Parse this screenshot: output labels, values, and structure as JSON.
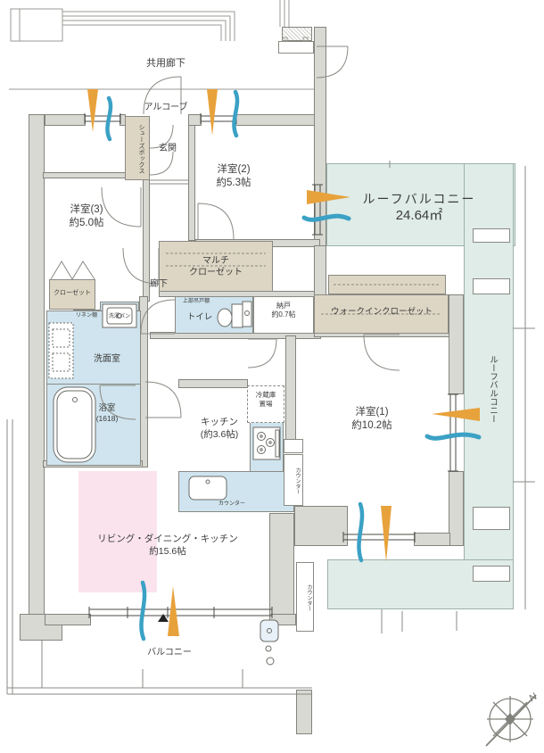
{
  "floorplan": {
    "corridor": {
      "label": "共用廊下"
    },
    "alcove": {
      "label": "アルコーブ"
    },
    "shoes_box": {
      "label": "シューズボックス"
    },
    "entrance": {
      "label": "玄関"
    },
    "bedroom2": {
      "name": "洋室(2)",
      "size": "約5.3帖"
    },
    "bedroom3": {
      "name": "洋室(3)",
      "size": "約5.0帖"
    },
    "roof_balcony": {
      "name": "ルーフバルコニー",
      "area": "24.64㎡"
    },
    "roof_balcony_side": {
      "name": "ルーフバルコニー"
    },
    "multi_closet": {
      "line1": "マルチ",
      "line2": "クローゼット"
    },
    "hallway": {
      "label": "廊下"
    },
    "closet": {
      "label": "クローゼット"
    },
    "linen_shelf": {
      "label": "リネン棚"
    },
    "laundry_pan": {
      "label": "洗濯パン"
    },
    "upper_cabinet": {
      "label": "上部吊戸棚"
    },
    "toilet": {
      "label": "トイレ"
    },
    "storage_room": {
      "name": "納戸",
      "size": "約0.7帖"
    },
    "walk_in_closet": {
      "label": "ウォークインクローゼット"
    },
    "washroom": {
      "label": "洗面室"
    },
    "bathroom": {
      "name": "浴室",
      "size": "(1618)"
    },
    "kitchen": {
      "name": "キッチン",
      "size": "(約3.6帖)"
    },
    "fridge_space": {
      "line1": "冷蔵庫",
      "line2": "置場"
    },
    "counter_kitchen": {
      "label": "カウンター"
    },
    "counter_bedroom_side": {
      "label": "カウンター"
    },
    "counter_ldk": {
      "label": "カウンター"
    },
    "bedroom1": {
      "name": "洋室(1)",
      "size": "約10.2帖"
    },
    "ldk": {
      "name": "リビング・ダイニング・キッチン",
      "size": "約15.6帖"
    },
    "balcony": {
      "label": "バルコニー"
    },
    "compass": {
      "north": "N"
    },
    "colors": {
      "wall_fill": "#d9d9d4",
      "wall_line": "#84847e",
      "wet_area_blue": "#cfe4ee",
      "balcony_teal": "#dfece8",
      "closet_beige": "#ded6c4",
      "ldk_pink": "#fae3ed",
      "wind_orange": "#e8a23b",
      "breeze_blue": "#3ba1c5"
    }
  }
}
